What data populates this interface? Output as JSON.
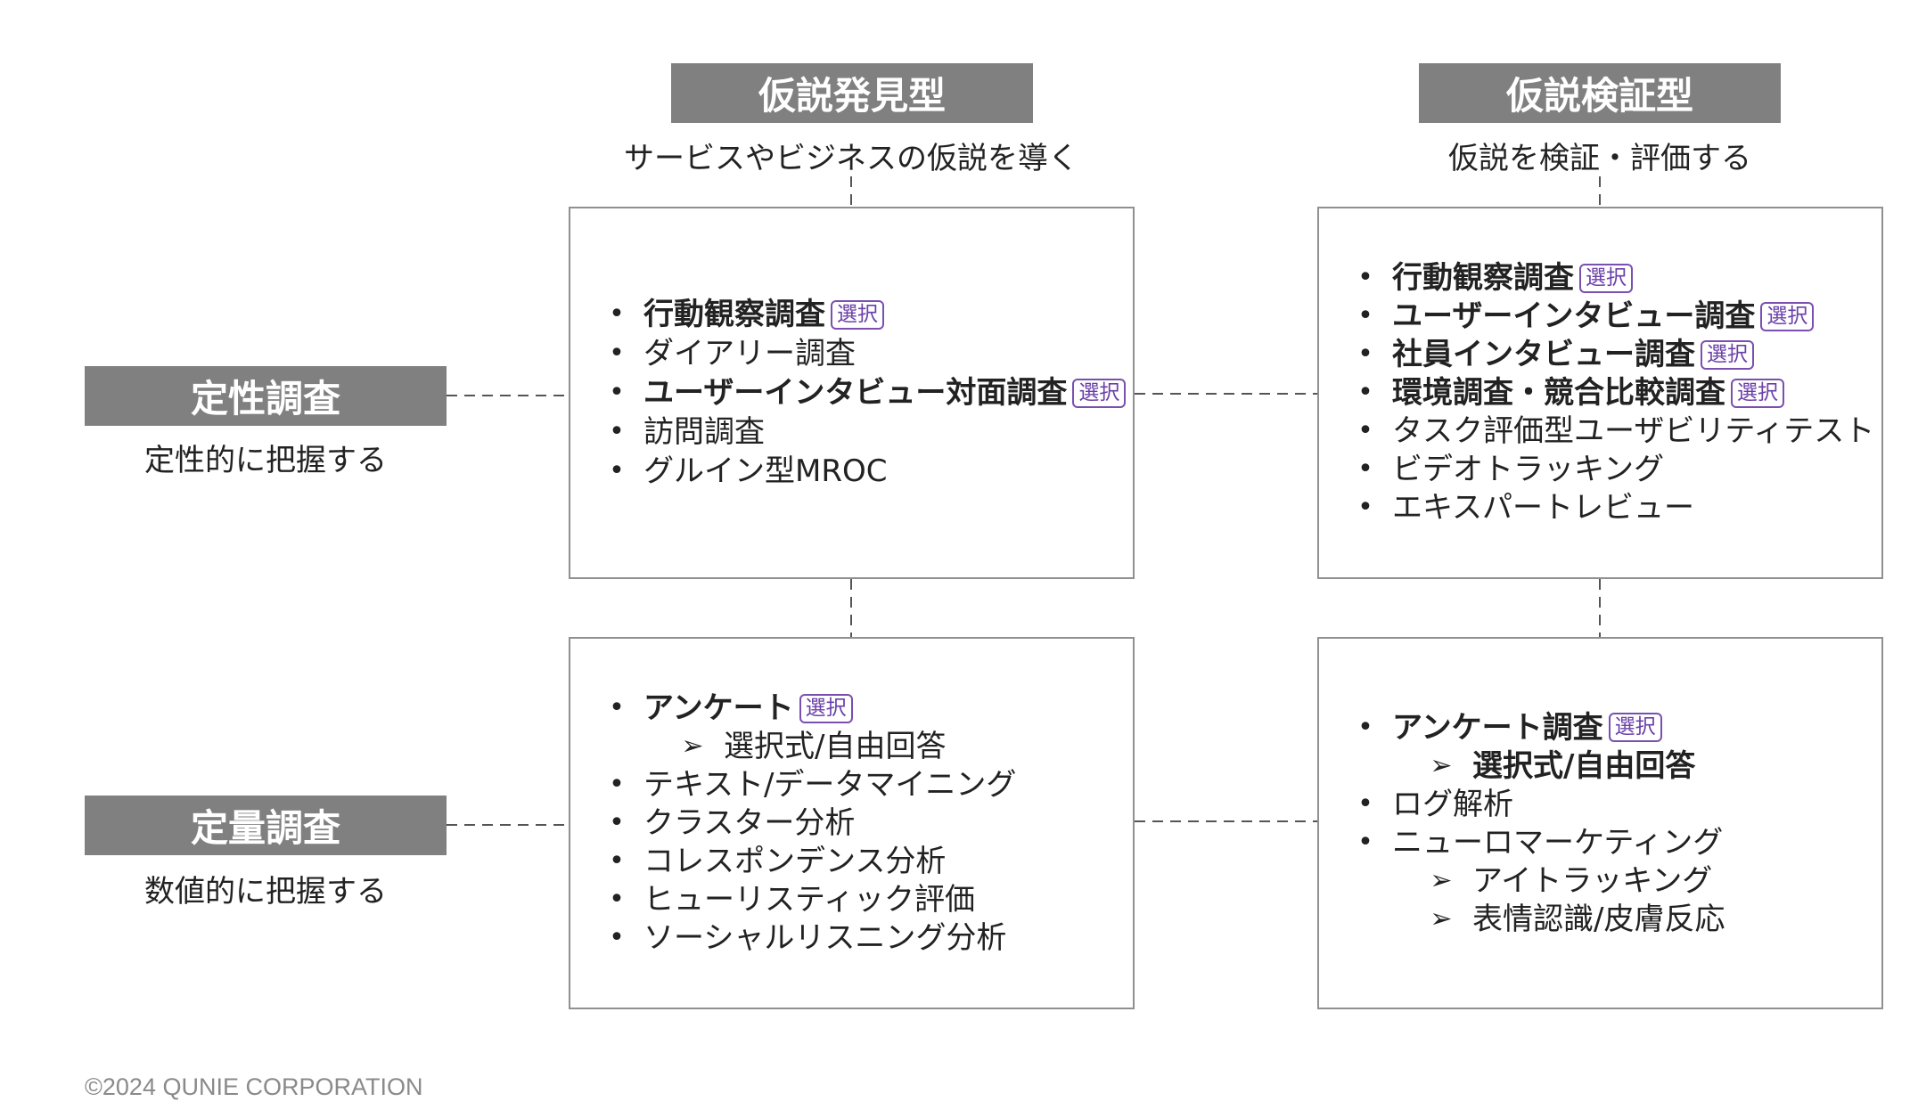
{
  "columns": [
    {
      "title": "仮説発見型",
      "subtitle": "サービスやビジネスの仮説を導く"
    },
    {
      "title": "仮説検証型",
      "subtitle": "仮説を検証・評価する"
    }
  ],
  "rows": [
    {
      "title": "定性調査",
      "subtitle": "定性的に把握する"
    },
    {
      "title": "定量調査",
      "subtitle": "数値的に把握する"
    }
  ],
  "badge_label": "選択",
  "quadrants": {
    "qual_discovery": [
      {
        "text": "行動観察調査",
        "bold": true,
        "badge": "選択"
      },
      {
        "text": "ダイアリー調査"
      },
      {
        "text": "ユーザーインタビュー対面調査",
        "bold": true,
        "badge": "選択"
      },
      {
        "text": "訪問調査"
      },
      {
        "text": "グルイン型MROC"
      }
    ],
    "qual_verification": [
      {
        "text": "行動観察調査",
        "bold": true,
        "badge": "選択"
      },
      {
        "text": "ユーザーインタビュー調査",
        "bold": true,
        "badge": "選択"
      },
      {
        "text": "社員インタビュー調査",
        "bold": true,
        "badge": "選択"
      },
      {
        "text": "環境調査・競合比較調査",
        "bold": true,
        "badge": "選択"
      },
      {
        "text": "タスク評価型ユーザビリティテスト"
      },
      {
        "text": "ビデオトラッキング"
      },
      {
        "text": "エキスパートレビュー"
      }
    ],
    "quant_discovery": [
      {
        "text": "アンケート",
        "bold": true,
        "badge": "選択"
      },
      {
        "text": "選択式/自由回答",
        "sub": true
      },
      {
        "text": "テキスト/データマイニング"
      },
      {
        "text": "クラスター分析"
      },
      {
        "text": "コレスポンデンス分析"
      },
      {
        "text": "ヒューリスティック評価"
      },
      {
        "text": "ソーシャルリスニング分析"
      }
    ],
    "quant_verification": [
      {
        "text": "アンケート調査",
        "bold": true,
        "badge": "選択"
      },
      {
        "text": "選択式/自由回答",
        "sub": true,
        "bold": true
      },
      {
        "text": "ログ解析"
      },
      {
        "text": "ニューロマーケティング"
      },
      {
        "text": "アイトラッキング",
        "sub": true
      },
      {
        "text": "表情認識/皮膚反応",
        "sub": true
      }
    ]
  },
  "markers": {
    "bullet": "•",
    "arrow": "➢"
  },
  "colors": {
    "header_bg": "#808080",
    "badge": "#6a3fa8",
    "border": "#909090"
  },
  "copyright": "©2024 QUNIE CORPORATION"
}
